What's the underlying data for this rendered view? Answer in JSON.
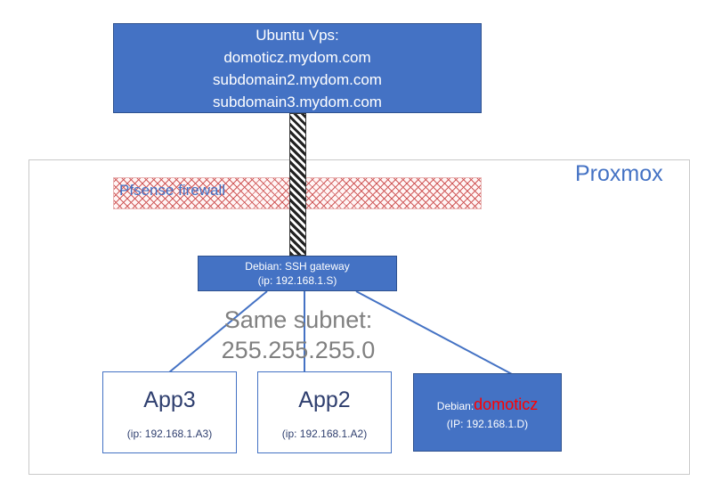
{
  "vps": {
    "lines": [
      "Ubuntu Vps:",
      "domoticz.mydom.com",
      "subdomain2.mydom.com",
      "subdomain3.mydom.com"
    ]
  },
  "proxmox": {
    "label": "Proxmox"
  },
  "firewall": {
    "label": "Pfsense firewall"
  },
  "gateway": {
    "title": "Debian: SSH gateway",
    "ip": "(ip: 192.168.1.S)"
  },
  "subnet": {
    "line1": "Same subnet:",
    "line2": "255.255.255.0"
  },
  "apps": [
    {
      "name": "App3",
      "ip": "(ip: 192.168.1.A3)"
    },
    {
      "name": "App2",
      "ip": "(ip: 192.168.1.A2)"
    }
  ],
  "domoticz": {
    "prefix": "Debian:",
    "name": "domoticz",
    "ip": "(IP: 192.168.1.D)"
  },
  "colors": {
    "box_fill": "#4472C4",
    "box_border": "#2F528F",
    "highlight": "#FF0000",
    "frame": "#C9C9C9"
  }
}
